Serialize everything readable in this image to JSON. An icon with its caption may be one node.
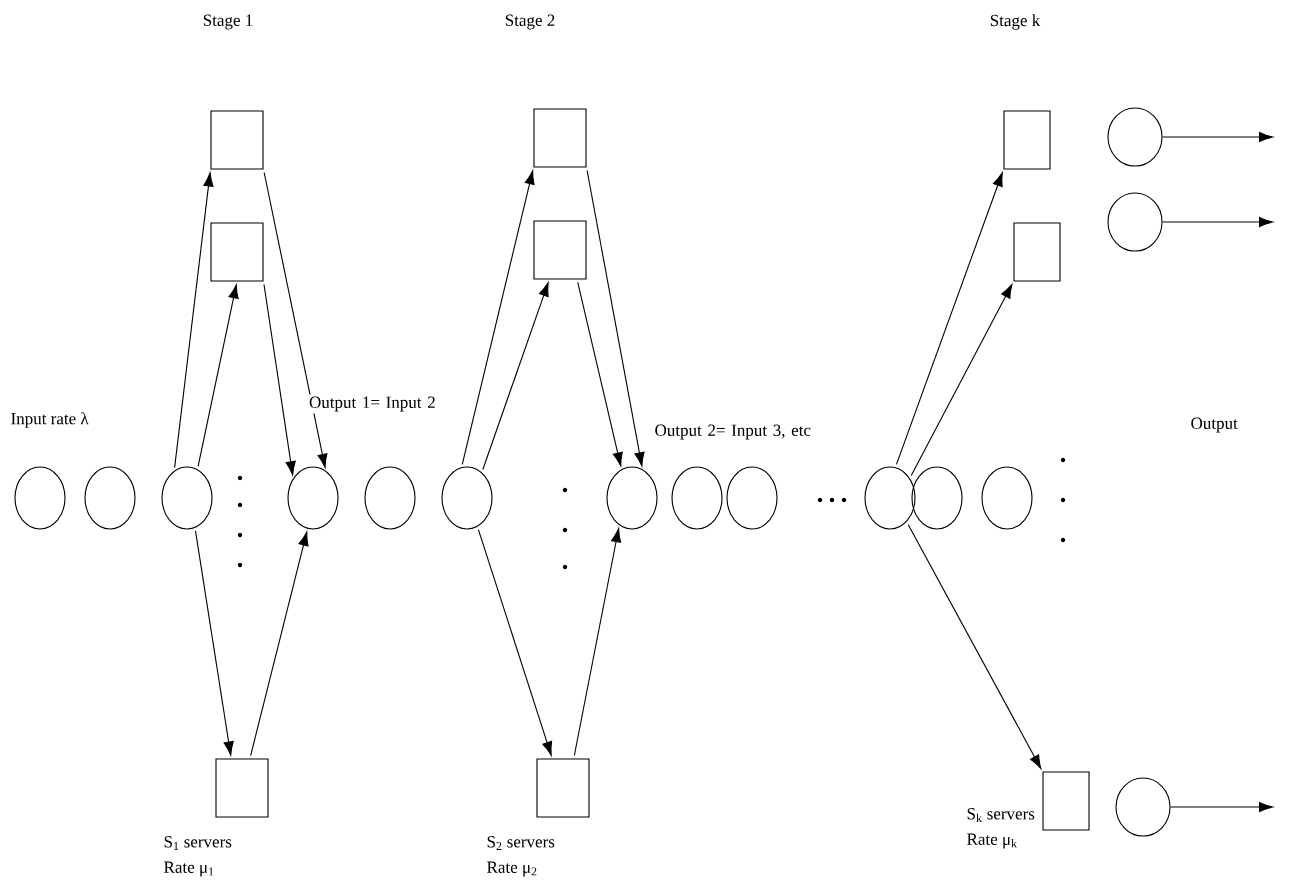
{
  "diagram": {
    "nodes": [
      {
        "text": [],
        "shape": "circle"
      },
      {
        "text": [],
        "shape": "circle"
      },
      {
        "text": [],
        "shape": "circle"
      },
      {
        "text": [],
        "shape": "circle"
      },
      {
        "text": [],
        "shape": "circle"
      },
      {
        "text": [],
        "shape": "circle"
      },
      {
        "text": [],
        "shape": "circle"
      },
      {
        "text": [],
        "shape": "circle"
      },
      {
        "text": [],
        "shape": "circle"
      },
      {
        "text": [],
        "shape": "circle"
      },
      {
        "text": [],
        "shape": "circle"
      },
      {
        "text": [],
        "shape": "circle"
      },
      {
        "text": [],
        "shape": "box"
      },
      {
        "text": [],
        "shape": "box"
      },
      {
        "text": [],
        "shape": "box",
        "beside": [
          "S$_{1}$ servers",
          "Rate μ$_{1}$"
        ]
      },
      {
        "text": [],
        "shape": "box"
      },
      {
        "text": [],
        "shape": "box"
      },
      {
        "text": [],
        "shape": "box",
        "beside": [
          "S$_{2}$ servers",
          "Rate μ$_{2}$"
        ]
      },
      {
        "text": [],
        "shape": "box"
      },
      {
        "text": [],
        "shape": "box"
      },
      {
        "text": [],
        "shape": "box",
        "beside": [
          "S$_{k}$ servers",
          "Rate μ$_{k}$"
        ]
      },
      {
        "text": [],
        "shape": "circle"
      },
      {
        "text": [],
        "shape": "circle"
      },
      {
        "text": [],
        "shape": "circle"
      }
    ],
    "edges": [
      {
        "from": 2,
        "to": 12,
        "arrow": "to"
      },
      {
        "from": 2,
        "to": 13,
        "arrow": "to"
      },
      {
        "from": 13,
        "to": 3,
        "arrow": "to"
      },
      {
        "from": 12,
        "to": 3,
        "arrow": "to"
      },
      {
        "from": 2,
        "to": 14,
        "arrow": "to"
      },
      {
        "from": 14,
        "to": 3,
        "arrow": "to"
      },
      {
        "from": 5,
        "to": 15,
        "arrow": "to"
      },
      {
        "from": 5,
        "to": 16,
        "arrow": "to"
      },
      {
        "from": 16,
        "to": 6,
        "arrow": "to"
      },
      {
        "from": 15,
        "to": 6,
        "arrow": "to"
      },
      {
        "from": 5,
        "to": 17,
        "arrow": "to"
      },
      {
        "from": 17,
        "to": 6,
        "arrow": "to"
      },
      {
        "from": 9,
        "to": 18,
        "arrow": "to"
      },
      {
        "from": 9,
        "to": 19,
        "arrow": "to"
      },
      {
        "from": 9,
        "to": 20,
        "arrow": "to"
      },
      {
        "from": 21,
        "to": null,
        "arrow": "to"
      },
      {
        "from": 22,
        "to": null,
        "arrow": "to"
      },
      {
        "from": 23,
        "to": null,
        "arrow": "to"
      }
    ],
    "labels": [
      "Stage 1",
      "Stage 2",
      "Stage k",
      "Input rate λ",
      "Output 1= Input 2",
      "Output 2= Input 3, etc",
      "Output"
    ]
  }
}
